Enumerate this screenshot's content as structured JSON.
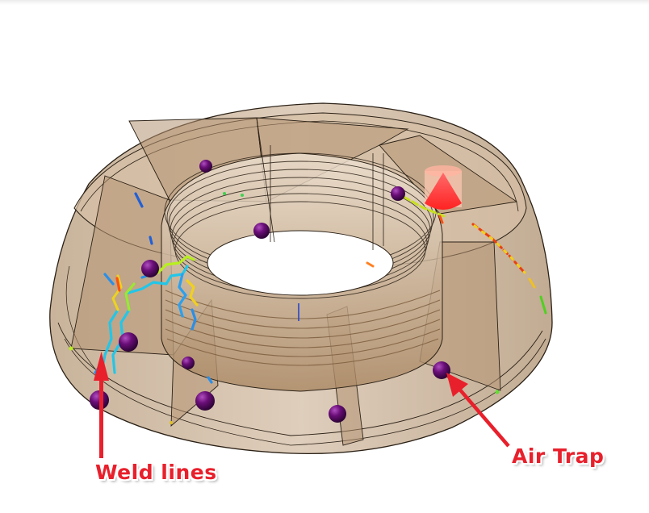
{
  "figure": {
    "subject": "Injection-molded threaded cap with radial ribs (transparent part view)",
    "colors": {
      "part_fill": "#c9ab8c",
      "part_edge": "#2b2116",
      "air_trap": "#6a0e78",
      "callout": "#e8202c",
      "injection_gate": "#ff3b3b",
      "background": "#ffffff"
    }
  },
  "annotations": [
    {
      "id": "weld",
      "label": "Weld lines",
      "points_to": "weld-line traces on left rib"
    },
    {
      "id": "air",
      "label": "Air Trap",
      "points_to": "purple sphere near right rib"
    }
  ],
  "legend": {
    "air_trap_marker": "purple sphere",
    "weld_line_marker": "colored polyline (blue-cyan-green-yellow-red)",
    "gate_marker": "red cone"
  }
}
